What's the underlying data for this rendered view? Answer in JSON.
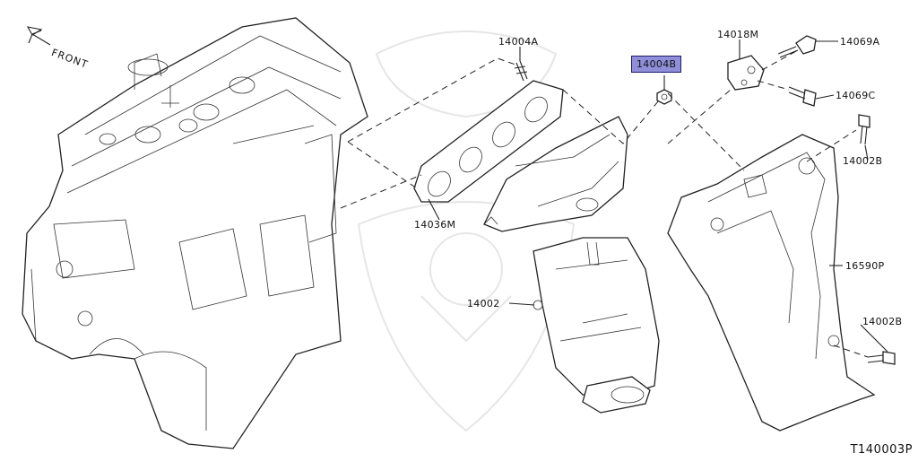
{
  "diagram": {
    "front_label": "FRONT",
    "figure_code": "T140003P",
    "highlighted_part": "14004B",
    "parts": [
      {
        "id": "stud",
        "label": "14004A"
      },
      {
        "id": "nut",
        "label": "14004B"
      },
      {
        "id": "bracket",
        "label": "14018M"
      },
      {
        "id": "bolt-top",
        "label": "14069A"
      },
      {
        "id": "bolt-mid",
        "label": "14069C"
      },
      {
        "id": "bolt-shield-upper",
        "label": "14002B"
      },
      {
        "id": "gasket",
        "label": "14036M"
      },
      {
        "id": "shield",
        "label": "16590P"
      },
      {
        "id": "manifold",
        "label": "14002"
      },
      {
        "id": "bolt-shield-lower",
        "label": "14002B"
      }
    ]
  }
}
